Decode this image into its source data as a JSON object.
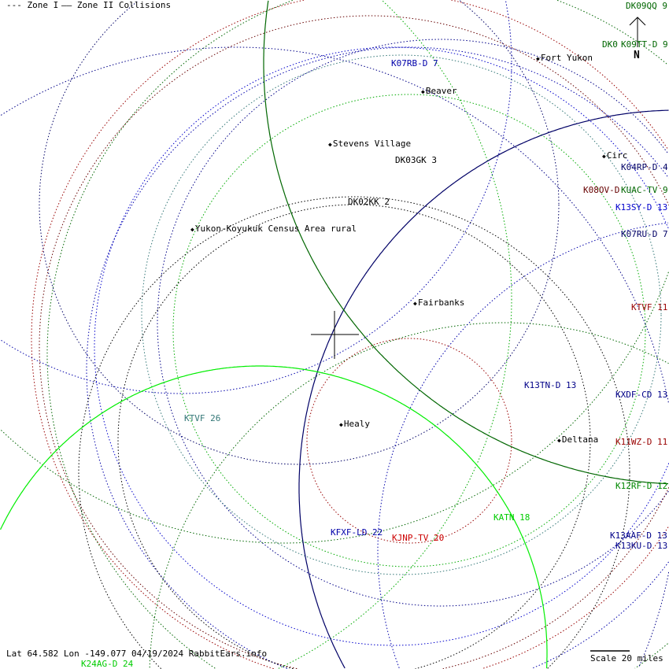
{
  "legend": {
    "zone1": "--- Zone I",
    "zone2": "—— Zone II Collisions"
  },
  "north_label": "N",
  "footer": {
    "coords": "Lat 64.582 Lon -149.077 04/19/2024 RabbitEars.info",
    "scale": "Scale 20 miles"
  },
  "cities": [
    "Fort Yukon",
    "Beaver",
    "Stevens Village",
    "Circ",
    "Yukon-Koyukuk Census Area rural",
    "Fairbanks",
    "Healy",
    "Deltana"
  ],
  "stations": [
    {
      "label": "DK09QQ 9",
      "color": "#006600"
    },
    {
      "label": "DK0",
      "color": "#006600"
    },
    {
      "label": "K09TT-D 9",
      "color": "#006600"
    },
    {
      "label": "K07RB-D 7",
      "color": "#0000aa"
    },
    {
      "label": "DK03GK 3",
      "color": "#000000"
    },
    {
      "label": "DK02KK 2",
      "color": "#000000"
    },
    {
      "label": "K04RP-D 4",
      "color": "#000066"
    },
    {
      "label": "K08OV-D",
      "color": "#660000"
    },
    {
      "label": "KUAC-TV 9",
      "color": "#006600"
    },
    {
      "label": "K13SY-D 13",
      "color": "#0000cc"
    },
    {
      "label": "K07RU-D 7",
      "color": "#000066"
    },
    {
      "label": "KTVF 11",
      "color": "#990000"
    },
    {
      "label": "K13TN-D 13",
      "color": "#000088"
    },
    {
      "label": "KXDF-CD 13",
      "color": "#000088"
    },
    {
      "label": "K11WZ-D 11",
      "color": "#990000"
    },
    {
      "label": "K12RF-D 12",
      "color": "#008800"
    },
    {
      "label": "KATN 18",
      "color": "#00cc00"
    },
    {
      "label": "K13AAF-D 13",
      "color": "#000088"
    },
    {
      "label": "K13KU-D 13",
      "color": "#000088"
    },
    {
      "label": "KFXF-LD 22",
      "color": "#0000aa"
    },
    {
      "label": "KJNP-TV 20",
      "color": "#cc0000"
    },
    {
      "label": "KTVF 26",
      "color": "#337777"
    },
    {
      "label": "K24AG-D 24",
      "color": "#00cc00"
    }
  ]
}
